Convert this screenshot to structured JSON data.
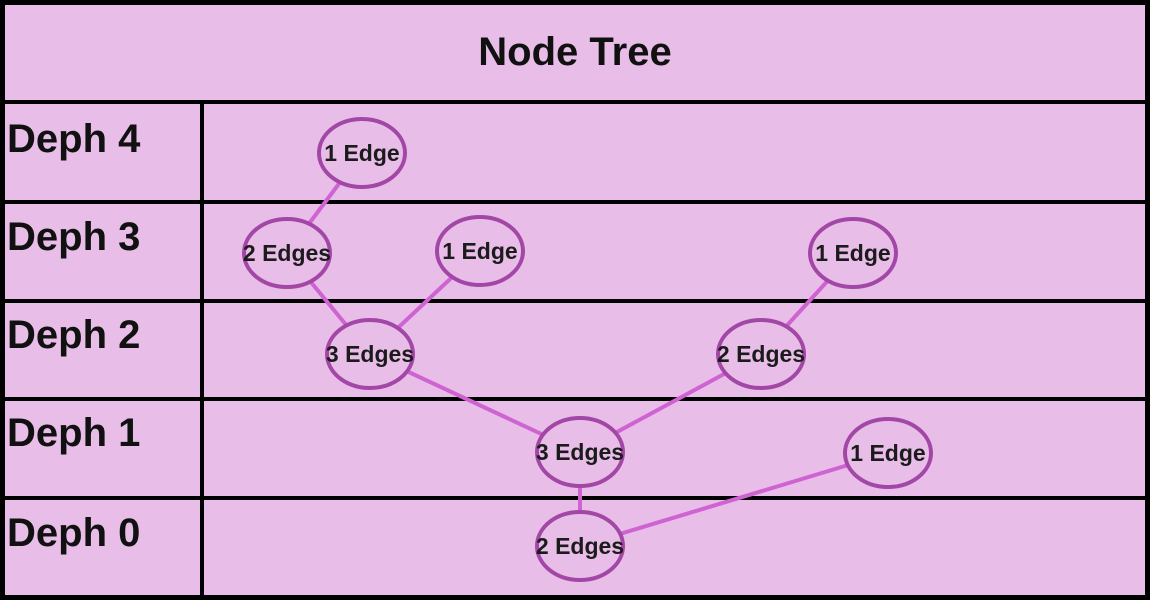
{
  "title": "Node Tree",
  "rows": [
    {
      "label": "Deph 4"
    },
    {
      "label": "Deph 3"
    },
    {
      "label": "Deph 2"
    },
    {
      "label": "Deph 1"
    },
    {
      "label": "Deph 0"
    }
  ],
  "nodes": [
    {
      "id": "d4-a",
      "depth": 4,
      "label": "1 Edge"
    },
    {
      "id": "d3-a",
      "depth": 3,
      "label": "2 Edges"
    },
    {
      "id": "d3-b",
      "depth": 3,
      "label": "1 Edge"
    },
    {
      "id": "d3-c",
      "depth": 3,
      "label": "1 Edge"
    },
    {
      "id": "d2-a",
      "depth": 2,
      "label": "3 Edges"
    },
    {
      "id": "d2-b",
      "depth": 2,
      "label": "2 Edges"
    },
    {
      "id": "d1-a",
      "depth": 1,
      "label": "3 Edges"
    },
    {
      "id": "d1-b",
      "depth": 1,
      "label": "1 Edge"
    },
    {
      "id": "d0-a",
      "depth": 0,
      "label": "2 Edges"
    }
  ],
  "edges": [
    [
      "d4-a",
      "d3-a"
    ],
    [
      "d3-a",
      "d2-a"
    ],
    [
      "d3-b",
      "d2-a"
    ],
    [
      "d3-c",
      "d2-b"
    ],
    [
      "d2-a",
      "d1-a"
    ],
    [
      "d2-b",
      "d1-a"
    ],
    [
      "d1-a",
      "d0-a"
    ],
    [
      "d1-b",
      "d0-a"
    ]
  ],
  "colors": {
    "background": "#e8bde8",
    "node_outline": "#a347a6",
    "edge": "#cf63d2",
    "grid": "#000000"
  }
}
